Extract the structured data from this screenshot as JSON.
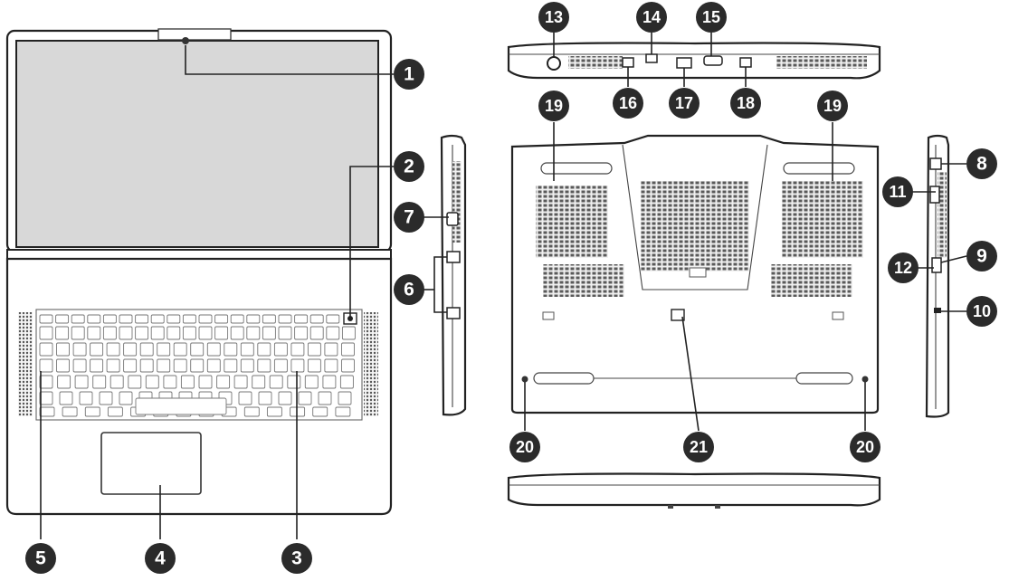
{
  "callouts": [
    {
      "id": "c1",
      "label": "1"
    },
    {
      "id": "c2",
      "label": "2"
    },
    {
      "id": "c3",
      "label": "3"
    },
    {
      "id": "c4",
      "label": "4"
    },
    {
      "id": "c5",
      "label": "5"
    },
    {
      "id": "c6",
      "label": "6"
    },
    {
      "id": "c7",
      "label": "7"
    },
    {
      "id": "c8",
      "label": "8"
    },
    {
      "id": "c9",
      "label": "9"
    },
    {
      "id": "c10",
      "label": "10"
    },
    {
      "id": "c11",
      "label": "11"
    },
    {
      "id": "c12",
      "label": "12"
    },
    {
      "id": "c13",
      "label": "13"
    },
    {
      "id": "c14",
      "label": "14"
    },
    {
      "id": "c15",
      "label": "15"
    },
    {
      "id": "c16",
      "label": "16"
    },
    {
      "id": "c17",
      "label": "17"
    },
    {
      "id": "c18",
      "label": "18"
    },
    {
      "id": "c19a",
      "label": "19"
    },
    {
      "id": "c19b",
      "label": "19"
    },
    {
      "id": "c20a",
      "label": "20"
    },
    {
      "id": "c20b",
      "label": "20"
    },
    {
      "id": "c21",
      "label": "21"
    }
  ],
  "colors": {
    "callout_fill": "#2b2b2b",
    "line": "#222222",
    "screen": "#d8d8d8"
  }
}
